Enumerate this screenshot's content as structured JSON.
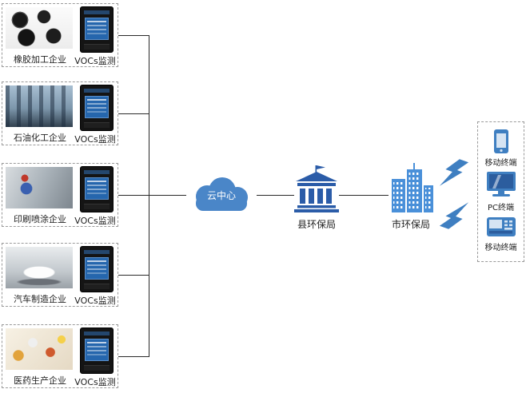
{
  "enterprises": [
    {
      "name": "橡胶加工企业",
      "monitor_label": "VOCs监测",
      "photo": "rubber-tires-photo"
    },
    {
      "name": "石油化工企业",
      "monitor_label": "VOCs监测",
      "photo": "petrochemical-plant-photo"
    },
    {
      "name": "印刷喷涂企业",
      "monitor_label": "VOCs监测",
      "photo": "printing-spraying-photo"
    },
    {
      "name": "汽车制造企业",
      "monitor_label": "VOCs监测",
      "photo": "automobile-factory-photo"
    },
    {
      "name": "医药生产企业",
      "monitor_label": "VOCs监测",
      "photo": "pharmaceutical-pills-photo"
    }
  ],
  "cloud": {
    "label": "云中心",
    "icon": "cloud-icon"
  },
  "bureaus": {
    "county": {
      "label": "县环保局",
      "icon": "government-building-icon"
    },
    "city": {
      "label": "市环保局",
      "icon": "city-buildings-icon"
    }
  },
  "wireless": {
    "icon": "lightning-bolts-icon"
  },
  "terminals": [
    {
      "label": "移动终端",
      "icon": "smartphone-icon"
    },
    {
      "label": "PC终端",
      "icon": "desktop-computer-icon"
    },
    {
      "label": "移动终端",
      "icon": "handheld-terminal-icon"
    }
  ],
  "colors": {
    "accent_blue": "#3f7fc1",
    "dark_blue": "#2b5ca8",
    "light_blue": "#4a90d9",
    "cloud_blue": "#4a86c8",
    "line": "#2a2a2a",
    "label_text": "#222222"
  }
}
